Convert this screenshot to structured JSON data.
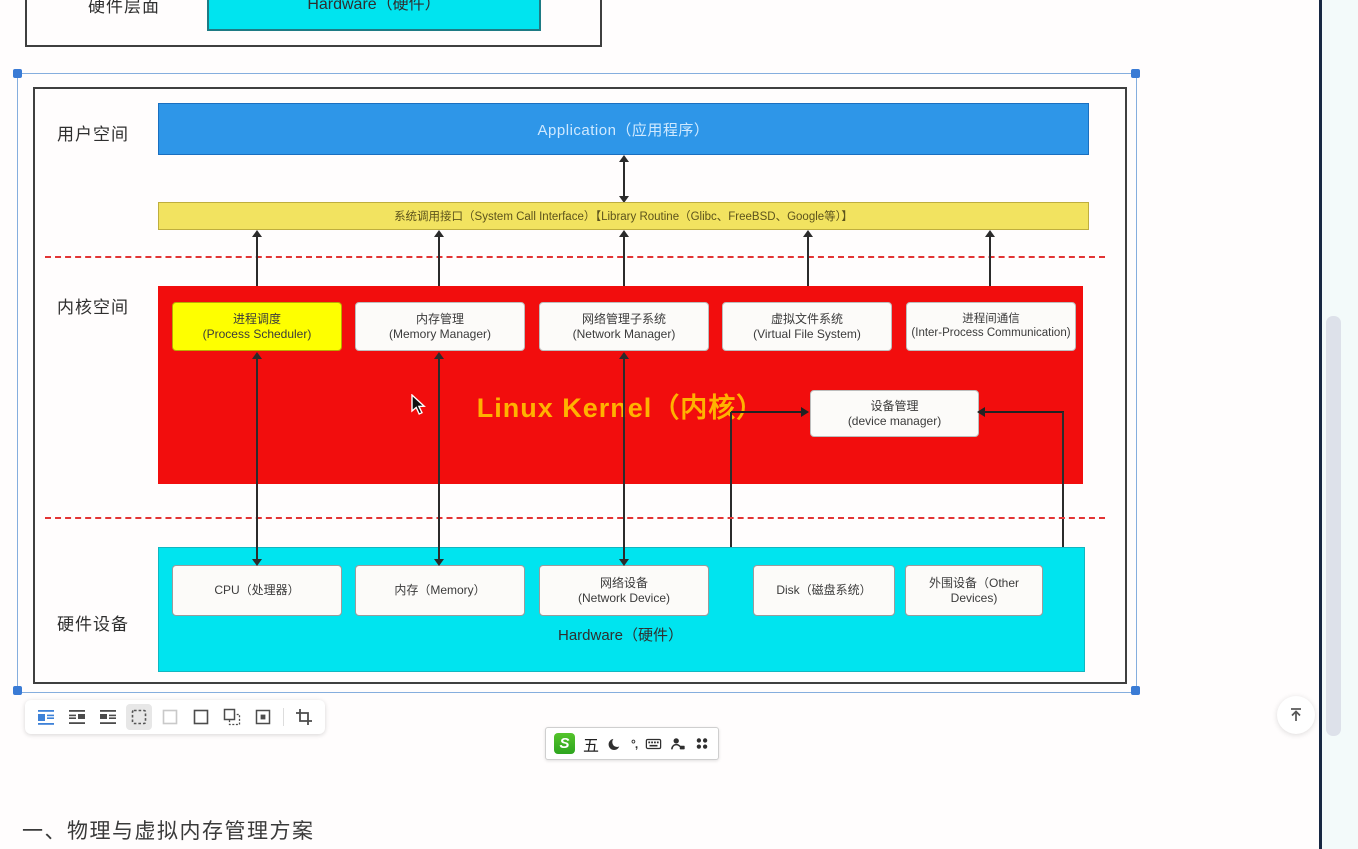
{
  "page": {
    "heading": "一、物理与虚拟内存管理方案"
  },
  "prev_figure": {
    "layer_label": "硬件层面",
    "box_label": "Hardware（硬件）"
  },
  "figure": {
    "space_labels": {
      "user": "用户空间",
      "kernel": "内核空间",
      "hardware": "硬件设备"
    },
    "application": "Application（应用程序）",
    "syscall": "系统调用接口（System Call Interface）【Library Routine（Glibc、FreeBSD、Google等）】",
    "kernel_title": "Linux Kernel（内核）",
    "kernel_modules": [
      {
        "zh": "进程调度",
        "en": "(Process Scheduler)"
      },
      {
        "zh": "内存管理",
        "en": "(Memory Manager)"
      },
      {
        "zh": "网络管理子系统",
        "en": "(Network Manager)"
      },
      {
        "zh": "虚拟文件系统",
        "en": "(Virtual File System)"
      },
      {
        "zh": "进程间通信",
        "en": "(Inter-Process Communication)"
      }
    ],
    "device_manager": {
      "zh": "设备管理",
      "en": "(device manager)"
    },
    "hardware_items": [
      {
        "zh": "CPU（处理器）",
        "en": ""
      },
      {
        "zh": "内存（Memory）",
        "en": ""
      },
      {
        "zh": "网络设备",
        "en": "(Network Device)"
      },
      {
        "zh": "Disk（磁盘系统）",
        "en": ""
      },
      {
        "zh": "外围设备（Other",
        "en": "Devices)"
      }
    ],
    "hardware_caption": "Hardware（硬件）"
  },
  "image_toolbar": {
    "icons": [
      "layout-wrap-left",
      "layout-wrap-right",
      "layout-wrap-both",
      "layout-float",
      "layout-inline-faint",
      "layout-inline",
      "layout-front",
      "layout-center",
      "crop"
    ]
  },
  "ime": {
    "mode_label": "五",
    "punct_label": "°,",
    "icons": [
      "sogou-logo",
      "night-mode-icon",
      "punctuation-icon",
      "soft-keyboard-icon",
      "handwriting-icon",
      "toolbox-icon"
    ]
  },
  "colors": {
    "application_box": "#2e96e8",
    "syscall_bar": "#f2e360",
    "kernel_background": "#f20d0d",
    "scheduler_box": "#feff00",
    "hardware_background": "#00e4ef",
    "kernel_title_text": "#ffb200",
    "selection_blue": "#3a7bd5",
    "dashed_divider": "#e23434"
  }
}
